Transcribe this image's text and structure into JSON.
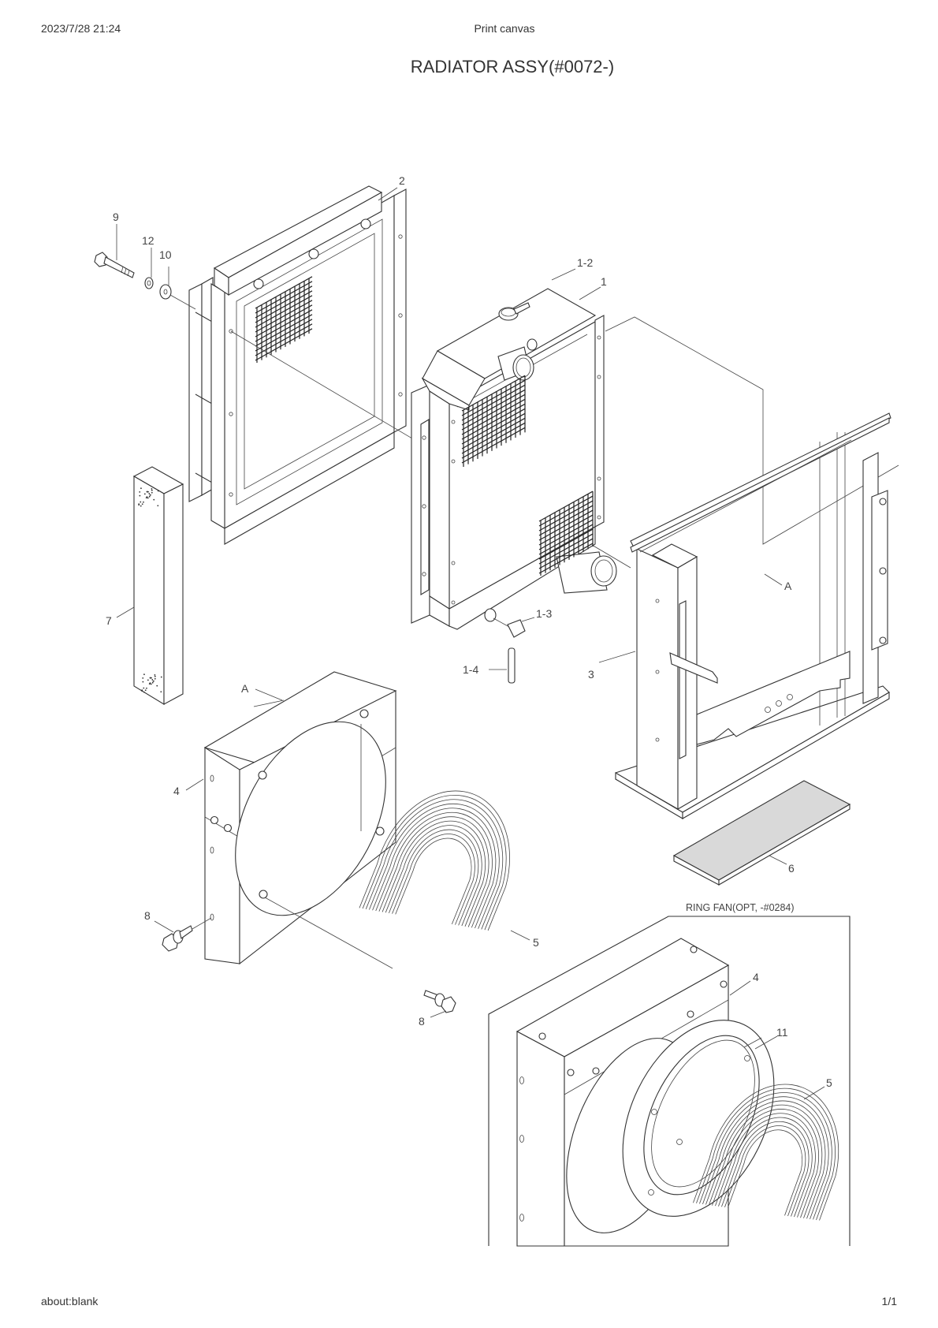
{
  "print_header": {
    "timestamp": "2023/7/28 21:24",
    "page_title": "Print canvas"
  },
  "diagram_title": "RADIATOR ASSY(#0072-)",
  "callouts": {
    "bolt": "9",
    "spring_washer": "12",
    "plain_washer": "10",
    "oil_cooler": "2",
    "radiator_cap": "1-2",
    "radiator": "1",
    "drain_cock": "1-3",
    "drain_hose": "1-4",
    "frame": "3",
    "frame_ref": "A",
    "seal": "7",
    "shroud_ref": "A",
    "shroud": "4",
    "fan_guard": "5",
    "bolt_left": "8",
    "bolt_bottom": "8",
    "pad": "6",
    "ring_fan_shroud": "4",
    "ring": "11",
    "ring_fan_guard": "5"
  },
  "inset": {
    "label": "RING FAN(OPT, -#0284)"
  },
  "print_footer": {
    "url": "about:blank",
    "page_count": "1/1"
  }
}
